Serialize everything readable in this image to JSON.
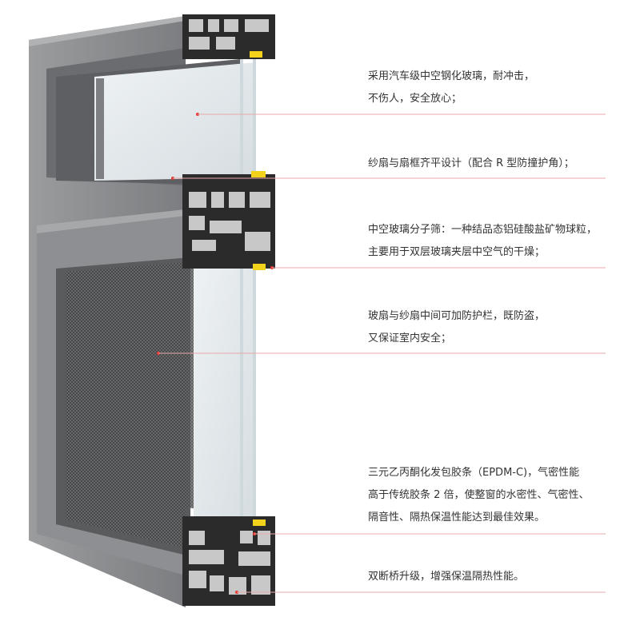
{
  "annotations": [
    {
      "lines": [
        "采用汽车级中空钢化玻璃，耐冲击，",
        "不伤人，安全放心；"
      ]
    },
    {
      "lines": [
        "纱扇与扇框齐平设计（配合 R 型防撞护角）；"
      ]
    },
    {
      "lines": [
        "中空玻璃分子筛：一种结品态铝硅酸盐矿物球粒，",
        "主要用于双层玻璃夹层中空气的干燥；"
      ]
    },
    {
      "lines": [
        "玻扇与纱扇中间可加防护栏，既防盗，",
        "又保证室内安全；"
      ]
    },
    {
      "lines": [
        "三元乙丙酮化发包胶条（EPDM-C)，气密性能",
        "高于传统胶条 2 倍，使整窗的水密性、气密性、",
        "隔音性、隔热保温性能达到最佳效果。"
      ]
    },
    {
      "lines": [
        "双断桥升级，增强保温隔热性能。"
      ]
    }
  ],
  "colors": {
    "frame": "#8a8c8e",
    "profile_dark": "#2b2b2b",
    "profile_light": "#c8c8c8",
    "seal_yellow": "#f2d21b",
    "leader_dot": "#e53935",
    "leader_line": "#e8a8a8",
    "text": "#333333"
  },
  "icons": [
    "window-cross-section-illustration"
  ]
}
